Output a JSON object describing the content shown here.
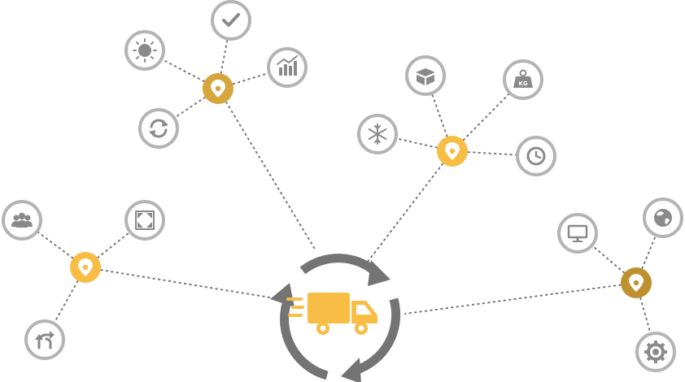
{
  "colors": {
    "line": "#777777",
    "icon_ring": "#b4b4b4",
    "icon_fill": "#ffffff",
    "icon_glyph": "#8a8a8a",
    "pin_gold": "#f7bd45",
    "pin_dark_gold": "#d6a53b",
    "pin_bronze": "#bf912e",
    "truck": "#f7bd45",
    "cycle": "#747474"
  },
  "hub": {
    "name": "delivery-truck-cycle",
    "icon": "truck-icon"
  },
  "clusters": [
    {
      "name": "top-left",
      "pin_color_key": "pin_dark_gold",
      "icons": [
        "sun-icon",
        "checkmark-icon",
        "bar-chart-icon",
        "refresh-icon"
      ]
    },
    {
      "name": "top-right",
      "pin_color_key": "pin_gold",
      "icons": [
        "box-icon",
        "weight-icon",
        "snowflake-icon",
        "clock-icon"
      ]
    },
    {
      "name": "left",
      "pin_color_key": "pin_gold",
      "icons": [
        "people-icon",
        "fullscreen-icon",
        "route-icon"
      ]
    },
    {
      "name": "right",
      "pin_color_key": "pin_bronze",
      "icons": [
        "monitor-icon",
        "globe-icon",
        "gear-icon"
      ]
    }
  ],
  "weight_label": "KG"
}
